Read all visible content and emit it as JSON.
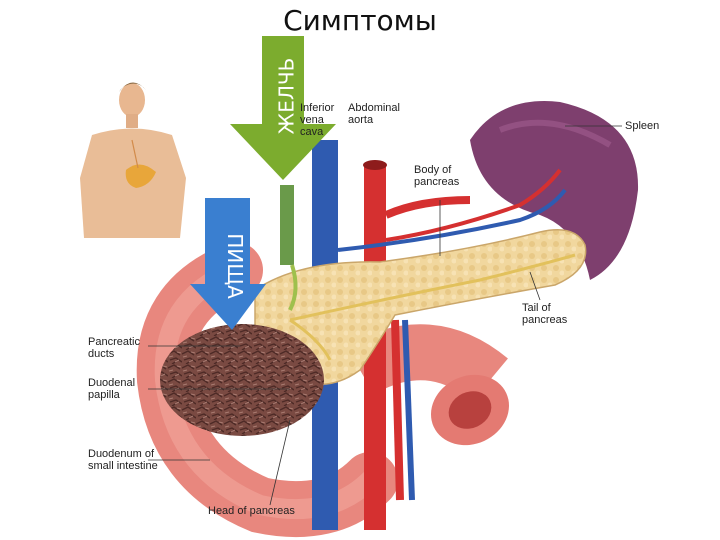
{
  "slide": {
    "title": "Симптомы",
    "arrows": {
      "bile": "ЖЕЛЧЬ",
      "food": "ПИЩА"
    },
    "labels": {
      "inferior_vena_cava": "Inferior vena cava",
      "abdominal_aorta": "Abdominal aorta",
      "spleen": "Spleen",
      "body_of_pancreas": "Body of pancreas",
      "tail_of_pancreas": "Tail of pancreas",
      "pancreatic_ducts": "Pancreatic ducts",
      "duodenal_papilla": "Duodenal papilla",
      "duodenum": "Duodenum of small intestine",
      "head_of_pancreas": "Head of pancreas"
    },
    "colors": {
      "arrow_green": "#7cac2e",
      "stone": "#7a4a42",
      "pancreas": "#f1d79e",
      "spleen": "#7e3f6e"
    }
  }
}
